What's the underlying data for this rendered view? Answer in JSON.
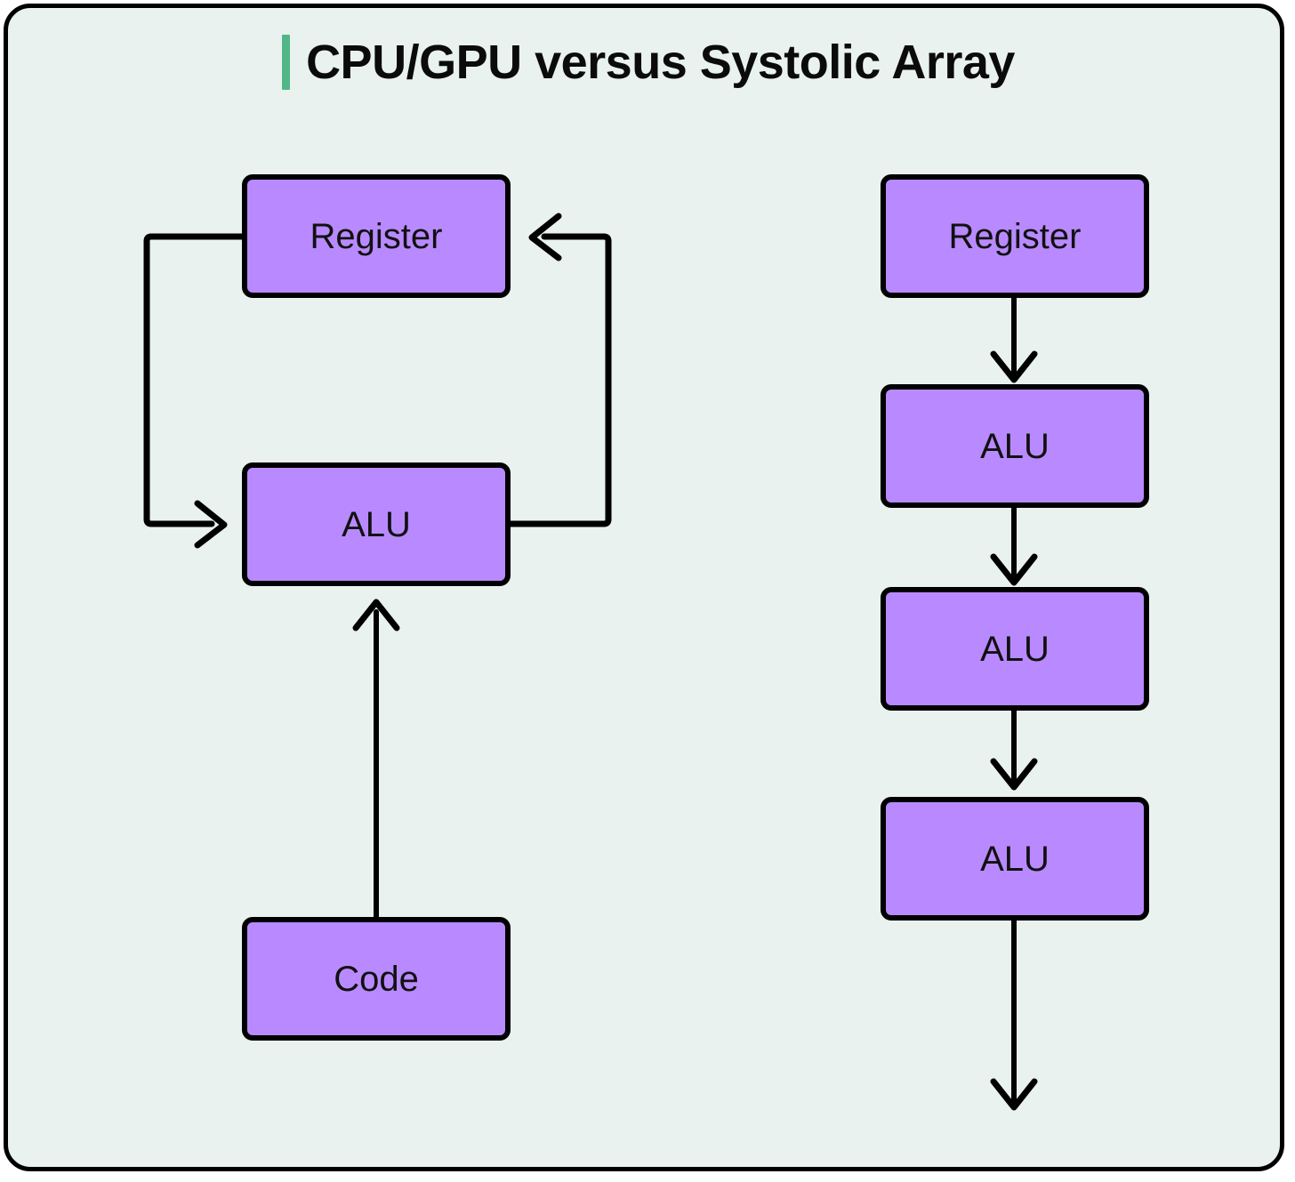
{
  "page": {
    "background_color": "#ffffff",
    "canvas_color": "#e9f2ef",
    "border_color": "#000000",
    "node_fill": "#b98aff",
    "accent_color": "#52b788"
  },
  "header": {
    "title": "CPU/GPU versus Systolic Array",
    "accent_bar": "title-accent-bar"
  },
  "diagram": {
    "type": "flow-diagram",
    "columns": [
      {
        "id": "cpu-gpu",
        "name": "CPU/GPU",
        "nodes": [
          {
            "id": "cpu-register",
            "label": "Register"
          },
          {
            "id": "cpu-alu",
            "label": "ALU"
          },
          {
            "id": "cpu-code",
            "label": "Code"
          }
        ],
        "edges": [
          {
            "id": "register-to-alu",
            "from": "cpu-register",
            "to": "cpu-alu",
            "style": "orthogonal-left-loop",
            "arrow": "open"
          },
          {
            "id": "alu-to-register",
            "from": "cpu-alu",
            "to": "cpu-register",
            "style": "orthogonal-right-loop",
            "arrow": "open"
          },
          {
            "id": "code-to-alu",
            "from": "cpu-code",
            "to": "cpu-alu",
            "style": "straight-up",
            "arrow": "open"
          }
        ]
      },
      {
        "id": "systolic-array",
        "name": "Systolic Array",
        "nodes": [
          {
            "id": "sys-register",
            "label": "Register"
          },
          {
            "id": "sys-alu-1",
            "label": "ALU"
          },
          {
            "id": "sys-alu-2",
            "label": "ALU"
          },
          {
            "id": "sys-alu-3",
            "label": "ALU"
          }
        ],
        "edges": [
          {
            "id": "sys-register-to-alu1",
            "from": "sys-register",
            "to": "sys-alu-1",
            "style": "straight-down",
            "arrow": "open"
          },
          {
            "id": "sys-alu1-to-alu2",
            "from": "sys-alu-1",
            "to": "sys-alu-2",
            "style": "straight-down",
            "arrow": "open"
          },
          {
            "id": "sys-alu2-to-alu3",
            "from": "sys-alu-2",
            "to": "sys-alu-3",
            "style": "straight-down",
            "arrow": "open"
          },
          {
            "id": "sys-alu3-to-out",
            "from": "sys-alu-3",
            "to": null,
            "style": "straight-down-open-end",
            "arrow": "open"
          }
        ]
      }
    ]
  }
}
